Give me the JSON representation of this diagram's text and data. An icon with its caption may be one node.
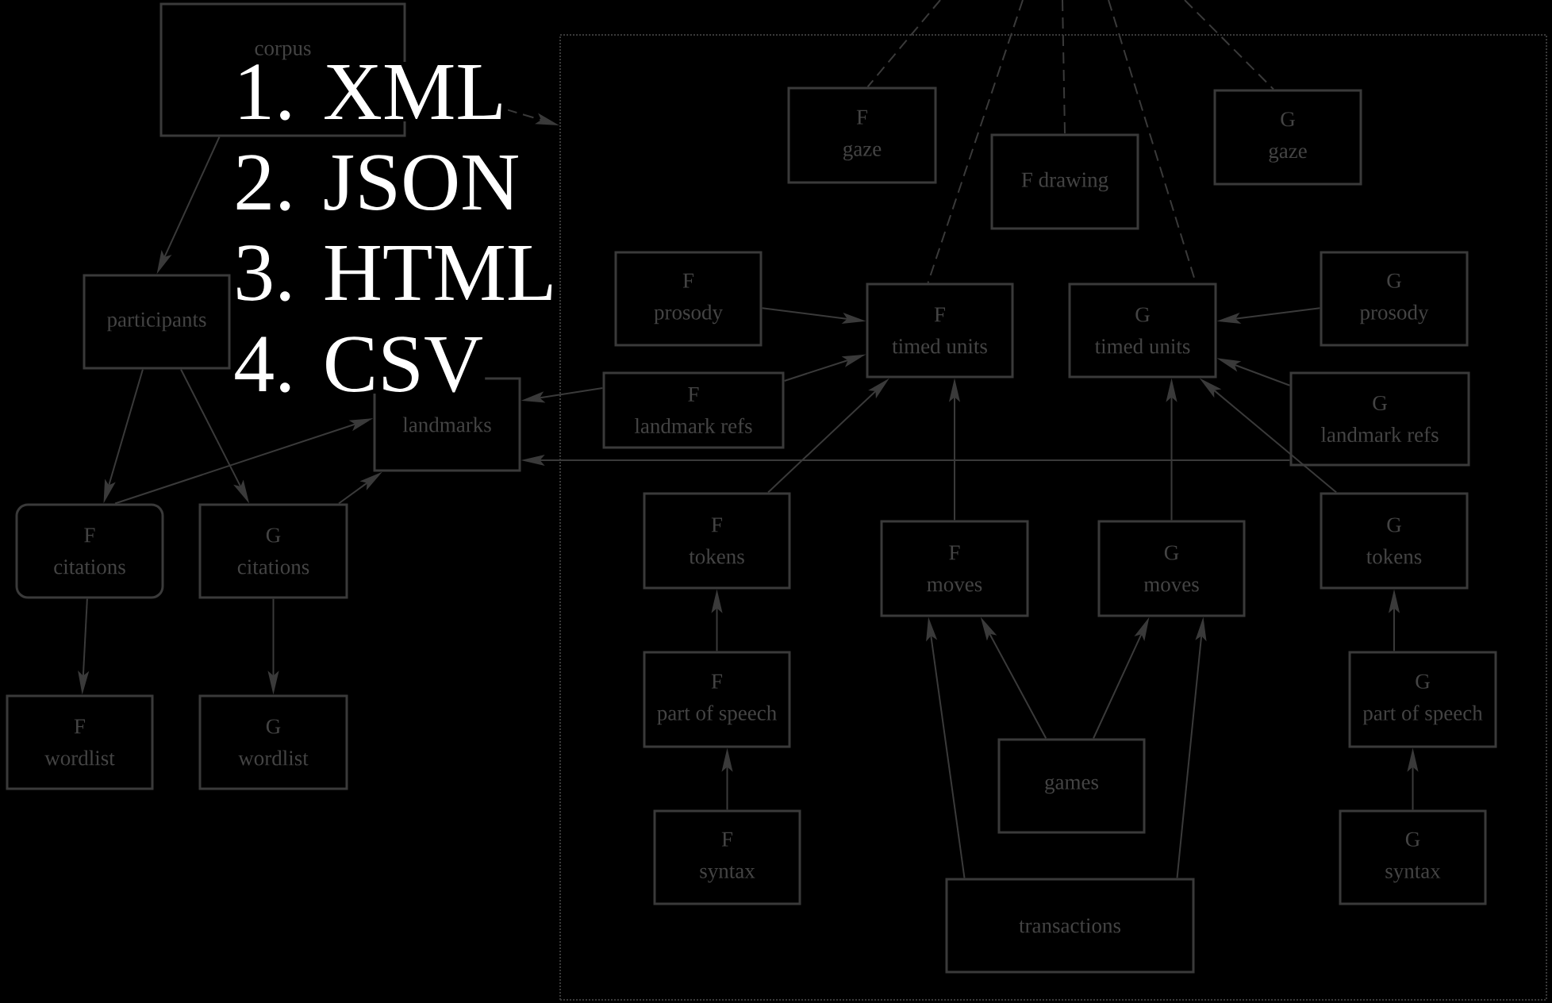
{
  "diagram": {
    "nodes": [
      {
        "text": [
          "corpus"
        ]
      },
      {
        "text": [
          "participants"
        ]
      },
      {
        "text": [
          "landmarks"
        ]
      },
      {
        "text": [
          "F",
          "citations"
        ]
      },
      {
        "text": [
          "G",
          "citations"
        ]
      },
      {
        "text": [
          "F",
          "wordlist"
        ]
      },
      {
        "text": [
          "G",
          "wordlist"
        ]
      },
      {
        "text": [],
        "shape": "box"
      },
      {
        "text": [
          "F",
          "gaze"
        ],
        "in": 7
      },
      {
        "text": [
          "F drawing"
        ],
        "in": 7
      },
      {
        "text": [
          "G",
          "gaze"
        ],
        "in": 7
      },
      {
        "text": [
          "F",
          "prosody"
        ],
        "in": 7
      },
      {
        "text": [
          "F",
          "timed units"
        ],
        "in": 7
      },
      {
        "text": [
          "G",
          "timed units"
        ],
        "in": 7
      },
      {
        "text": [
          "G",
          "prosody"
        ],
        "in": 7
      },
      {
        "text": [
          "F",
          "landmark refs"
        ],
        "in": 7
      },
      {
        "text": [
          "G",
          "landmark refs"
        ],
        "in": 7
      },
      {
        "text": [
          "F",
          "tokens"
        ],
        "in": 7
      },
      {
        "text": [
          "F",
          "moves"
        ],
        "in": 7
      },
      {
        "text": [
          "G",
          "moves"
        ],
        "in": 7
      },
      {
        "text": [
          "G",
          "tokens"
        ],
        "in": 7
      },
      {
        "text": [
          "F",
          "part of speech"
        ],
        "in": 7
      },
      {
        "text": [
          "G",
          "part of speech"
        ],
        "in": 7
      },
      {
        "text": [
          "games"
        ],
        "in": 7
      },
      {
        "text": [
          "F",
          "syntax"
        ],
        "in": 7
      },
      {
        "text": [
          "G",
          "syntax"
        ],
        "in": 7
      },
      {
        "text": [
          "transactions"
        ],
        "in": 7
      }
    ],
    "edges": [
      {
        "from": 0,
        "to": 1,
        "arrow": "to"
      },
      {
        "from": 0,
        "to": 7,
        "arrow": "to",
        "style": "dashed"
      },
      {
        "from": 1,
        "to": 3,
        "arrow": "to"
      },
      {
        "from": 1,
        "to": 4,
        "arrow": "to"
      },
      {
        "from": 3,
        "to": 2,
        "arrow": "to"
      },
      {
        "from": 4,
        "to": 2,
        "arrow": "to"
      },
      {
        "from": 15,
        "to": 2,
        "arrow": "to"
      },
      {
        "from": 16,
        "to": 2,
        "arrow": "to"
      },
      {
        "from": 3,
        "to": 5,
        "arrow": "to"
      },
      {
        "from": 4,
        "to": 6,
        "arrow": "to"
      },
      {
        "from": 11,
        "to": 12,
        "arrow": "to"
      },
      {
        "from": 15,
        "to": 12,
        "arrow": "to"
      },
      {
        "from": 17,
        "to": 12,
        "arrow": "to"
      },
      {
        "from": 18,
        "to": 12,
        "arrow": "to"
      },
      {
        "from": 14,
        "to": 13,
        "arrow": "to"
      },
      {
        "from": 16,
        "to": 13,
        "arrow": "to"
      },
      {
        "from": 20,
        "to": 13,
        "arrow": "to"
      },
      {
        "from": 19,
        "to": 13,
        "arrow": "to"
      },
      {
        "from": 21,
        "to": 17,
        "arrow": "to"
      },
      {
        "from": 24,
        "to": 21,
        "arrow": "to"
      },
      {
        "from": 22,
        "to": 20,
        "arrow": "to"
      },
      {
        "from": 25,
        "to": 22,
        "arrow": "to"
      },
      {
        "from": 23,
        "to": 18,
        "arrow": "to"
      },
      {
        "from": 23,
        "to": 19,
        "arrow": "to"
      },
      {
        "from": 26,
        "to": 18,
        "arrow": "to"
      },
      {
        "from": 26,
        "to": 19,
        "arrow": "to"
      },
      {
        "from": null,
        "to": 8,
        "arrow": "none",
        "style": "dashed"
      },
      {
        "from": null,
        "to": 12,
        "arrow": "none",
        "style": "dashed"
      },
      {
        "from": null,
        "to": 9,
        "arrow": "none",
        "style": "dashed"
      },
      {
        "from": null,
        "to": 13,
        "arrow": "none",
        "style": "dashed"
      },
      {
        "from": null,
        "to": 10,
        "arrow": "none",
        "style": "dashed"
      }
    ],
    "labels": [
      "1. XML",
      "2. JSON",
      "3. HTML",
      "4. CSV"
    ]
  }
}
